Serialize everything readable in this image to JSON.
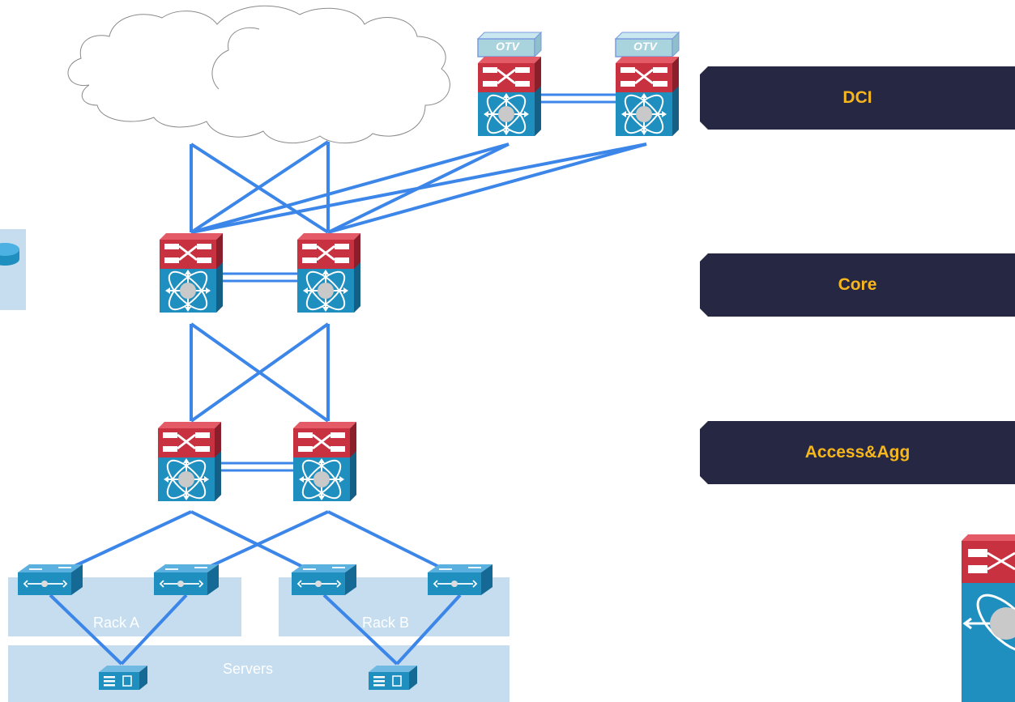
{
  "layers": {
    "dci": "DCI",
    "core": "Core",
    "access_agg": "Access&Agg"
  },
  "overlay": {
    "otv": "OTV"
  },
  "racks": {
    "rack_a": "Rack A",
    "rack_b": "Rack B"
  },
  "servers_label": "Servers",
  "colors": {
    "link": "#3b86e8",
    "switch_red": "#c8313f",
    "switch_blue": "#1f8fc0",
    "label_bg": "#262743",
    "label_text": "#f7b71c",
    "rack_bg": "#c5ddef"
  },
  "icons": [
    "cloud-icon",
    "nexus-switch-icon",
    "access-switch-icon",
    "server-icon",
    "router-icon"
  ]
}
